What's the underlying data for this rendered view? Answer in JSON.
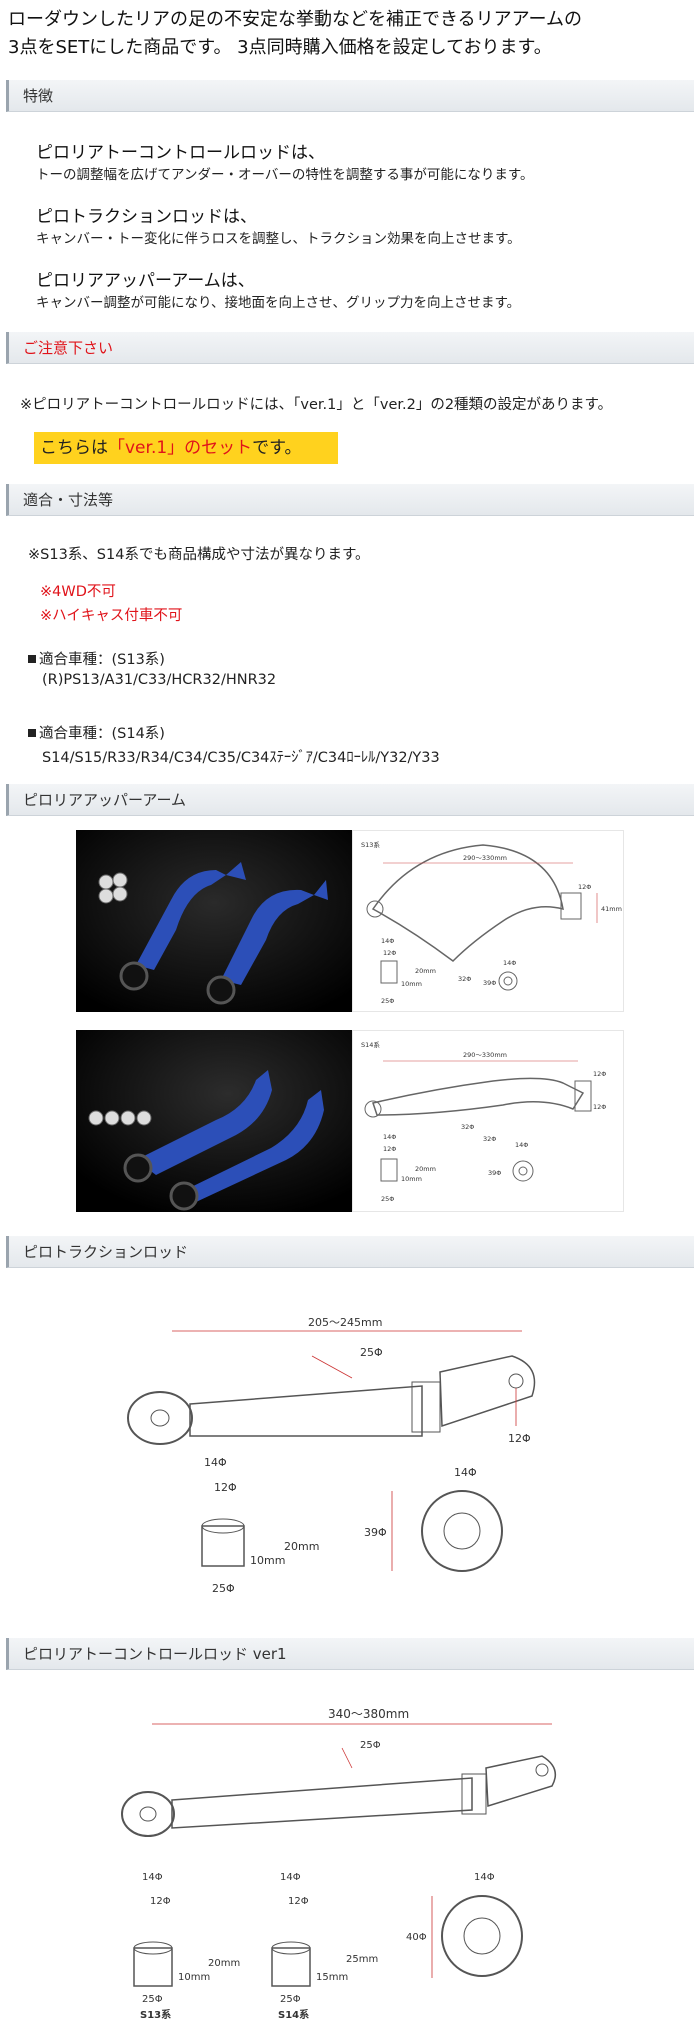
{
  "intro": {
    "line1": "ローダウンしたリアの足の不安定な挙動などを補正できるリアアームの",
    "line2": "3点をSETにした商品です。 3点同時購入価格を設定しております。"
  },
  "sections": {
    "features": "特徴",
    "caution": "ご注意下さい",
    "fitment": "適合・寸法等",
    "upper_arm": "ピロリアアッパーアーム",
    "traction": "ピロトラクションロッド",
    "toe": "ピロリアトーコントロールロッド ver1"
  },
  "features": [
    {
      "title": "ピロリアトーコントロールロッドは、",
      "desc": "トーの調整幅を広げてアンダー・オーバーの特性を調整する事が可能になります。"
    },
    {
      "title": "ピロトラクションロッドは、",
      "desc": "キャンバー・トー変化に伴うロスを調整し、トラクション効果を向上させます。"
    },
    {
      "title": "ピロリアアッパーアームは、",
      "desc": "キャンバー調整が可能になり、接地面を向上させ、グリップ力を向上させます。"
    }
  ],
  "caution": {
    "note": "※ピロリアトーコントロールロッドには、「ver.1」と「ver.2」の2種類の設定があります。",
    "highlight_pre": "こちらは",
    "highlight_red": "「ver.1」のセット",
    "highlight_post": "です。"
  },
  "fitment": {
    "note": "※S13系、S14系でも商品構成や寸法が異なります。",
    "warn1": "※4WD不可",
    "warn2": "※ハイキャス付車不可",
    "s13_label": "適合車種：(S13系)",
    "s13_models": "(R)PS13/A31/C33/HCR32/HNR32",
    "s14_label": "適合車種：(S14系)",
    "s14_models": "S14/S15/R33/R34/C34/C35/C34ｽﾃｰｼﾞｱ/C34ﾛｰﾚﾙ/Y32/Y33"
  },
  "upper_arm_drawings": {
    "s13": {
      "tag": "S13系",
      "len": "290～330mm",
      "d12": "12Φ",
      "h41": "41mm",
      "d14": "14Φ",
      "d12b": "12Φ",
      "h10": "10mm",
      "h20": "20mm",
      "d25": "25Φ",
      "d32": "32Φ",
      "d39": "39Φ",
      "d14b": "14Φ"
    },
    "s14": {
      "tag": "S14系",
      "len": "290～330mm",
      "d12": "12Φ",
      "d12b": "12Φ",
      "d14": "14Φ",
      "d12c": "12Φ",
      "h10": "10mm",
      "h20": "20mm",
      "d25": "25Φ",
      "d32": "32Φ",
      "d32b": "32Φ",
      "d39": "39Φ",
      "d14b": "14Φ"
    }
  },
  "traction_drawing": {
    "len": "205～245mm",
    "d25": "25Φ",
    "d12": "12Φ",
    "d14": "14Φ",
    "d12b": "12Φ",
    "h20": "20mm",
    "h10": "10mm",
    "d25b": "25Φ",
    "d14b": "14Φ",
    "d39": "39Φ"
  },
  "toe_drawing": {
    "len": "340～380mm",
    "d25": "25Φ",
    "s13_d14": "14Φ",
    "s13_d12": "12Φ",
    "s13_h20": "20mm",
    "s13_h10": "10mm",
    "s13_d25": "25Φ",
    "s13_tag": "S13系",
    "s14_d14": "14Φ",
    "s14_d12": "12Φ",
    "s14_h25": "25mm",
    "s14_h15": "15mm",
    "s14_d25": "25Φ",
    "s14_tag": "S14系",
    "d14": "14Φ",
    "d40": "40Φ"
  },
  "colors": {
    "accent_red": "#e0131a",
    "highlight_yellow": "#ffd21e",
    "arm_blue": "#2c4fb8"
  }
}
